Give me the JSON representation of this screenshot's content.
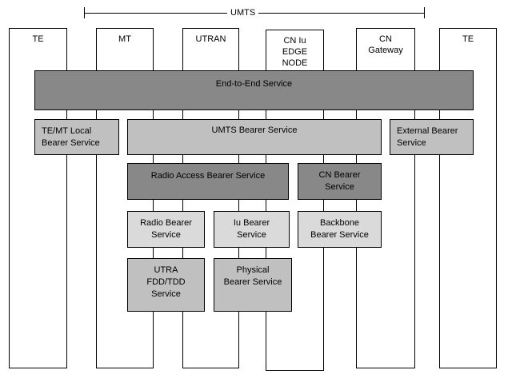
{
  "umts_label": "UMTS",
  "columns": {
    "te_left": "TE",
    "mt": "MT",
    "utran": "UTRAN",
    "cn_iu_edge": "CN Iu\nEDGE\nNODE",
    "cn_gateway": "CN\nGateway",
    "te_right": "TE"
  },
  "services": {
    "end_to_end": "End-to-End Service",
    "te_mt_local": "TE/MT Local\nBearer Service",
    "umts_bearer": "UMTS Bearer Service",
    "external_bearer": "External Bearer\nService",
    "radio_access_bearer": "Radio Access Bearer Service",
    "cn_bearer": "CN Bearer\nService",
    "radio_bearer": "Radio Bearer\nService",
    "iu_bearer": "Iu Bearer\nService",
    "backbone_bearer": "Backbone\nBearer Service",
    "utra_fdd_tdd": "UTRA\nFDD/TDD\nService",
    "physical_bearer": "Physical\nBearer Service"
  },
  "colors": {
    "dark": "#888888",
    "mid": "#c0c0c0",
    "light": "#dadada"
  }
}
